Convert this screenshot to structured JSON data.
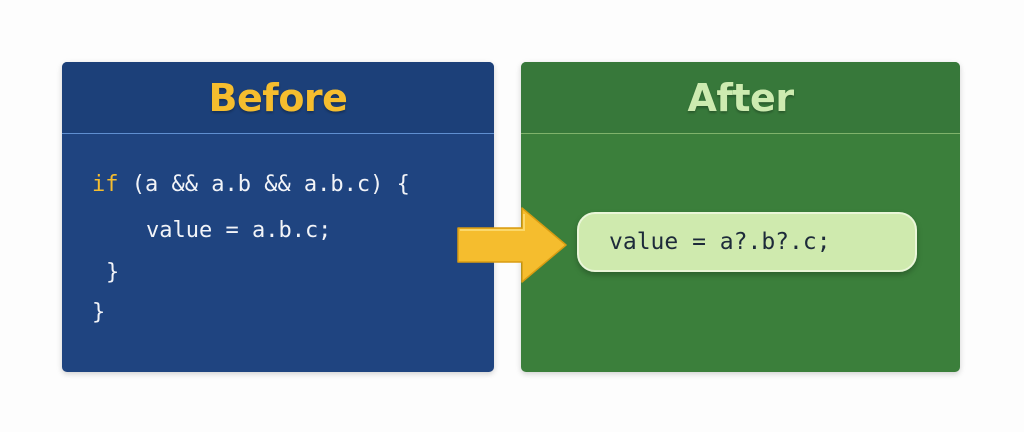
{
  "before": {
    "title": "Before",
    "code": {
      "keyword": "if",
      "condition": " (a && a.b && a.b.c) {",
      "body": "value = a.b.c;",
      "close_inner": "}",
      "close_outer": "}"
    }
  },
  "after": {
    "title": "After",
    "result": "value = a?.b?.c;"
  },
  "colors": {
    "before_panel": "#1f4480",
    "after_panel": "#3b7f3b",
    "before_title": "#f5bd2e",
    "after_title": "#cdebb0",
    "arrow": "#f5bd2e",
    "pill": "#cfeaae"
  },
  "icons": {
    "transition": "right-arrow-icon"
  }
}
